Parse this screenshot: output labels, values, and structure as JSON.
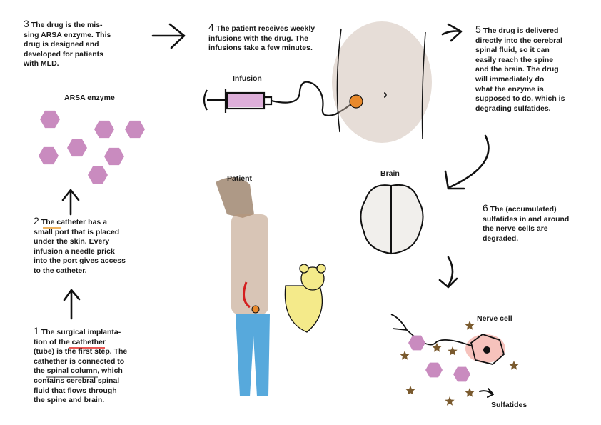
{
  "steps": [
    {
      "num": "1",
      "lines": [
        "The surgical implanta-",
        "tion of the cathether",
        "(tube) is the first step. The",
        "cathether is connected to",
        "the spinal column, which",
        "contains cerebral spinal",
        "fluid that flows through",
        "the spine and brain."
      ]
    },
    {
      "num": "2",
      "lines": [
        "The catheter has a",
        "small port that is placed",
        "under the skin. Every",
        "infusion a needle prick",
        "into the port gives access",
        "to the catheter."
      ]
    },
    {
      "num": "3",
      "lines": [
        "The drug is the mis-",
        "sing ARSA enzyme. This",
        "drug is designed and",
        "developed for patients",
        "with MLD."
      ]
    },
    {
      "num": "4",
      "lines": [
        "The patient receives weekly",
        "infusions with the drug. The",
        "infusions take a few minutes."
      ]
    },
    {
      "num": "5",
      "lines": [
        "The drug is delivered",
        "directly into the cerebral",
        "spinal fluid, so it can",
        "easily reach the spine",
        "and the brain. The drug",
        "will immediately do",
        "what the enzyme is",
        "supposed to do, which is",
        "degrading sulfatides."
      ]
    },
    {
      "num": "6",
      "lines": [
        "The (accumulated)",
        "sulfatides in and around",
        "the nerve cells are",
        "degraded."
      ]
    }
  ],
  "labels": {
    "arsa_enzyme": "ARSA enzyme",
    "infusion": "Infusion",
    "patient": "Patient",
    "brain": "Brain",
    "nerve_cell": "Nerve cell",
    "sulfatides": "Sulfatides"
  },
  "colors": {
    "enzyme": "#c98bbf",
    "sulfatide": "#7a5a2e",
    "underline_red": "#e0201c",
    "underline_orange": "#e89a2a",
    "underline_gray": "#777777"
  }
}
